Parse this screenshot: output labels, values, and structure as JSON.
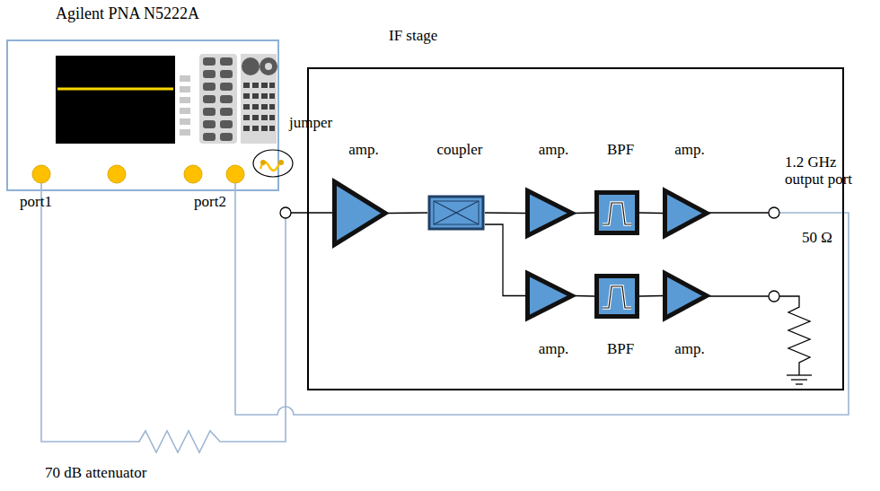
{
  "diagram": {
    "nodes": [
      {
        "text": [
          "IF stage"
        ]
      },
      {
        "text": [
          "amp."
        ],
        "in": 0
      },
      {
        "text": [
          "coupler"
        ],
        "in": 0
      },
      {
        "text": [
          "amp."
        ],
        "in": 0
      },
      {
        "text": [
          "BPF"
        ],
        "in": 0
      },
      {
        "text": [
          "amp."
        ],
        "in": 0
      },
      {
        "text": [
          "amp."
        ],
        "in": 0
      },
      {
        "text": [
          "BPF"
        ],
        "in": 0
      },
      {
        "text": [
          "amp."
        ],
        "in": 0
      }
    ],
    "edges": [
      {
        "from": 1,
        "to": 2,
        "arrow": "none"
      },
      {
        "from": 2,
        "to": 3,
        "arrow": "none"
      },
      {
        "from": 3,
        "to": 4,
        "arrow": "none"
      },
      {
        "from": 4,
        "to": 5,
        "arrow": "none"
      },
      {
        "from": 2,
        "to": 6,
        "arrow": "none"
      },
      {
        "from": 6,
        "to": 7,
        "arrow": "none"
      },
      {
        "from": 7,
        "to": 8,
        "arrow": "none"
      }
    ],
    "labels": [
      "Agilent PNA N5222A",
      "jumper",
      "port1",
      "port2",
      "1.2 GHz output port",
      "50 Ω",
      "70 dB attenuator"
    ]
  }
}
